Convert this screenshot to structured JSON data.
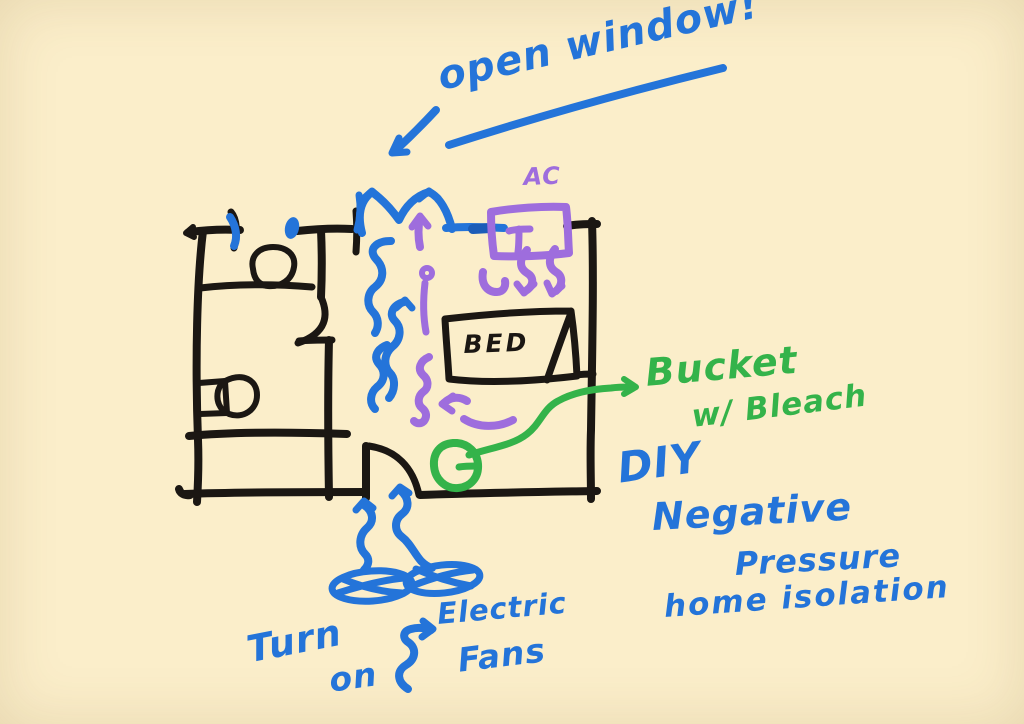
{
  "colors": {
    "bg": "#fbeeca",
    "ink": "#1b1713",
    "blue": "#2474d9",
    "purple": "#9e6ddd",
    "green": "#34b34a"
  },
  "labels": {
    "open_window": "open window!",
    "ac": "AC",
    "bed": "BED",
    "bucket": "Bucket",
    "bucket2": "w/ Bleach",
    "diy": "DIY",
    "negative": "Negative",
    "pressure": "Pressure",
    "home_isolation": "home isolation",
    "turn": "Turn",
    "on": "on",
    "electric": "Electric",
    "fans": "Fans"
  }
}
